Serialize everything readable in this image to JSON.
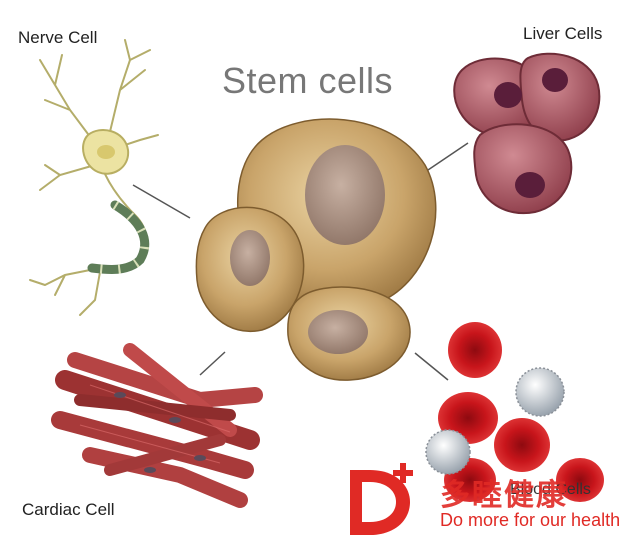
{
  "title": "Stem cells",
  "labels": {
    "nerve": "Nerve Cell",
    "liver": "Liver Cells",
    "cardiac": "Cardiac Cell",
    "blood": "Blood Cells"
  },
  "logo": {
    "cn": "多睦健康",
    "en": "Do more for our health",
    "brand_color": "#e02a25"
  },
  "colors": {
    "stem": "#c9a46a",
    "liver": "#a5505e",
    "cardiac": "#a83a3a",
    "blood_red": "#c8151b",
    "nerve": "#e8e2a8"
  }
}
